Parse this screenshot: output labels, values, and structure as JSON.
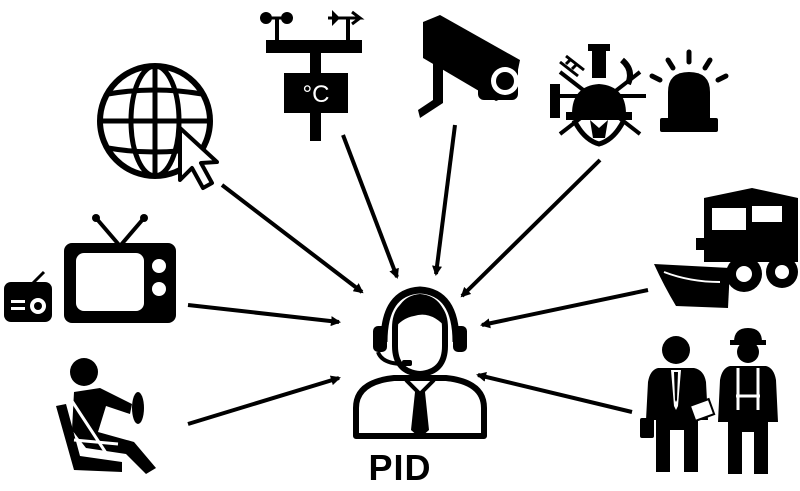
{
  "center": {
    "label": "PID",
    "icon": "dispatcher-headset-icon"
  },
  "weather_station": {
    "unit_label": "°C",
    "icon": "weather-station-icon"
  },
  "sources": [
    {
      "name": "globe-cursor",
      "icon": "globe-cursor-icon"
    },
    {
      "name": "weather-station",
      "icon": "weather-station-icon"
    },
    {
      "name": "security-camera",
      "icon": "security-camera-icon"
    },
    {
      "name": "fire-department",
      "icon": "fire-department-emblem-icon"
    },
    {
      "name": "beacon",
      "icon": "beacon-light-icon"
    },
    {
      "name": "tv-radio",
      "icon": "tv-radio-icon"
    },
    {
      "name": "snowplow",
      "icon": "snowplow-truck-icon"
    },
    {
      "name": "driver",
      "icon": "driver-seatbelt-icon"
    },
    {
      "name": "workers",
      "icon": "workers-icon"
    }
  ],
  "colors": {
    "ink": "#000000",
    "paper": "#ffffff"
  }
}
